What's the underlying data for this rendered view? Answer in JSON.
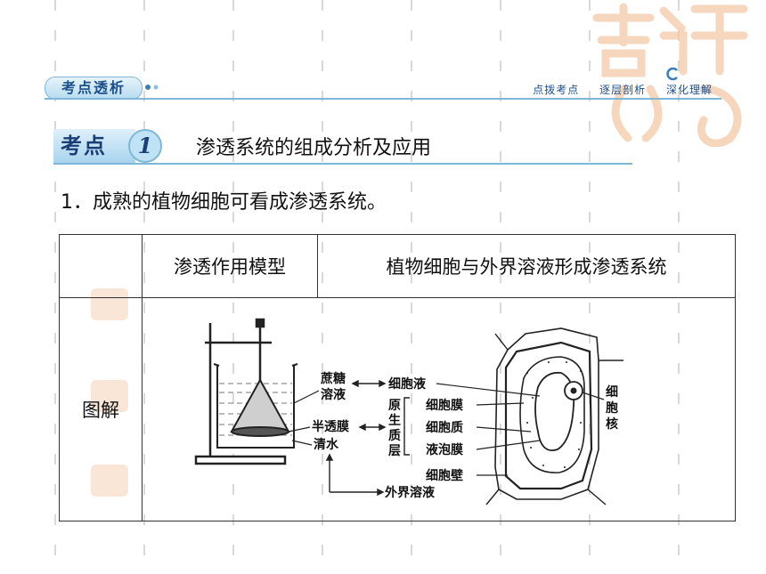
{
  "header": {
    "section_tag": "考点透析",
    "nav_links": [
      "点拨考点",
      "逐层剖析",
      "深化理解"
    ]
  },
  "kaodian": {
    "label": "考点",
    "number": "1",
    "title": "渗透系统的组成分析及应用"
  },
  "intro": "1．成熟的植物细胞可看成渗透系统。",
  "table": {
    "headers": [
      "",
      "渗透作用模型",
      "植物细胞与外界溶液形成渗透系统"
    ],
    "row_label": "图解"
  },
  "diagram": {
    "labels": {
      "zhetang_line1": "蔗糖",
      "zhetang_line2": "溶液",
      "xibaoye": "细胞液",
      "bantoumo": "半透膜",
      "qingshui": "清水",
      "yuanshengzhiceng": [
        "原",
        "生",
        "质",
        "层"
      ],
      "xibaomo": "细胞膜",
      "xibaozhi": "细胞质",
      "yepaomo": "液泡膜",
      "xibaobi": "细胞壁",
      "waijierongye": "外界溶液",
      "xibaohe": [
        "细",
        "胞",
        "核"
      ]
    }
  }
}
